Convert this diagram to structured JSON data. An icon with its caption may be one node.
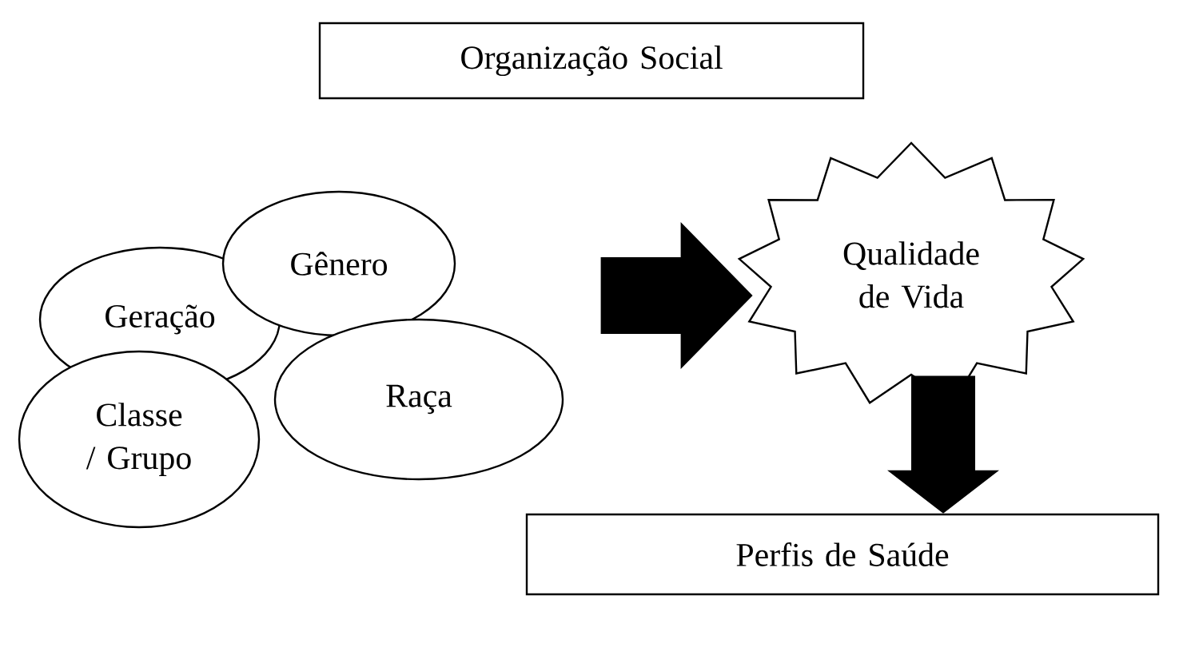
{
  "diagram": {
    "nodes": [
      {
        "text": [
          "Organização Social"
        ]
      },
      {
        "text": [
          "Geração"
        ]
      },
      {
        "text": [
          "Gênero"
        ]
      },
      {
        "text": [
          "Raça"
        ]
      },
      {
        "text": [
          "Classe / Grupo"
        ]
      },
      {
        "text": [
          "Qualidade de Vida"
        ]
      },
      {
        "text": [
          "Perfis de Saúde"
        ]
      }
    ],
    "edges": [
      {
        "from": null,
        "to": 5,
        "arrow": "to"
      },
      {
        "from": 5,
        "to": 6,
        "arrow": "to"
      }
    ]
  }
}
